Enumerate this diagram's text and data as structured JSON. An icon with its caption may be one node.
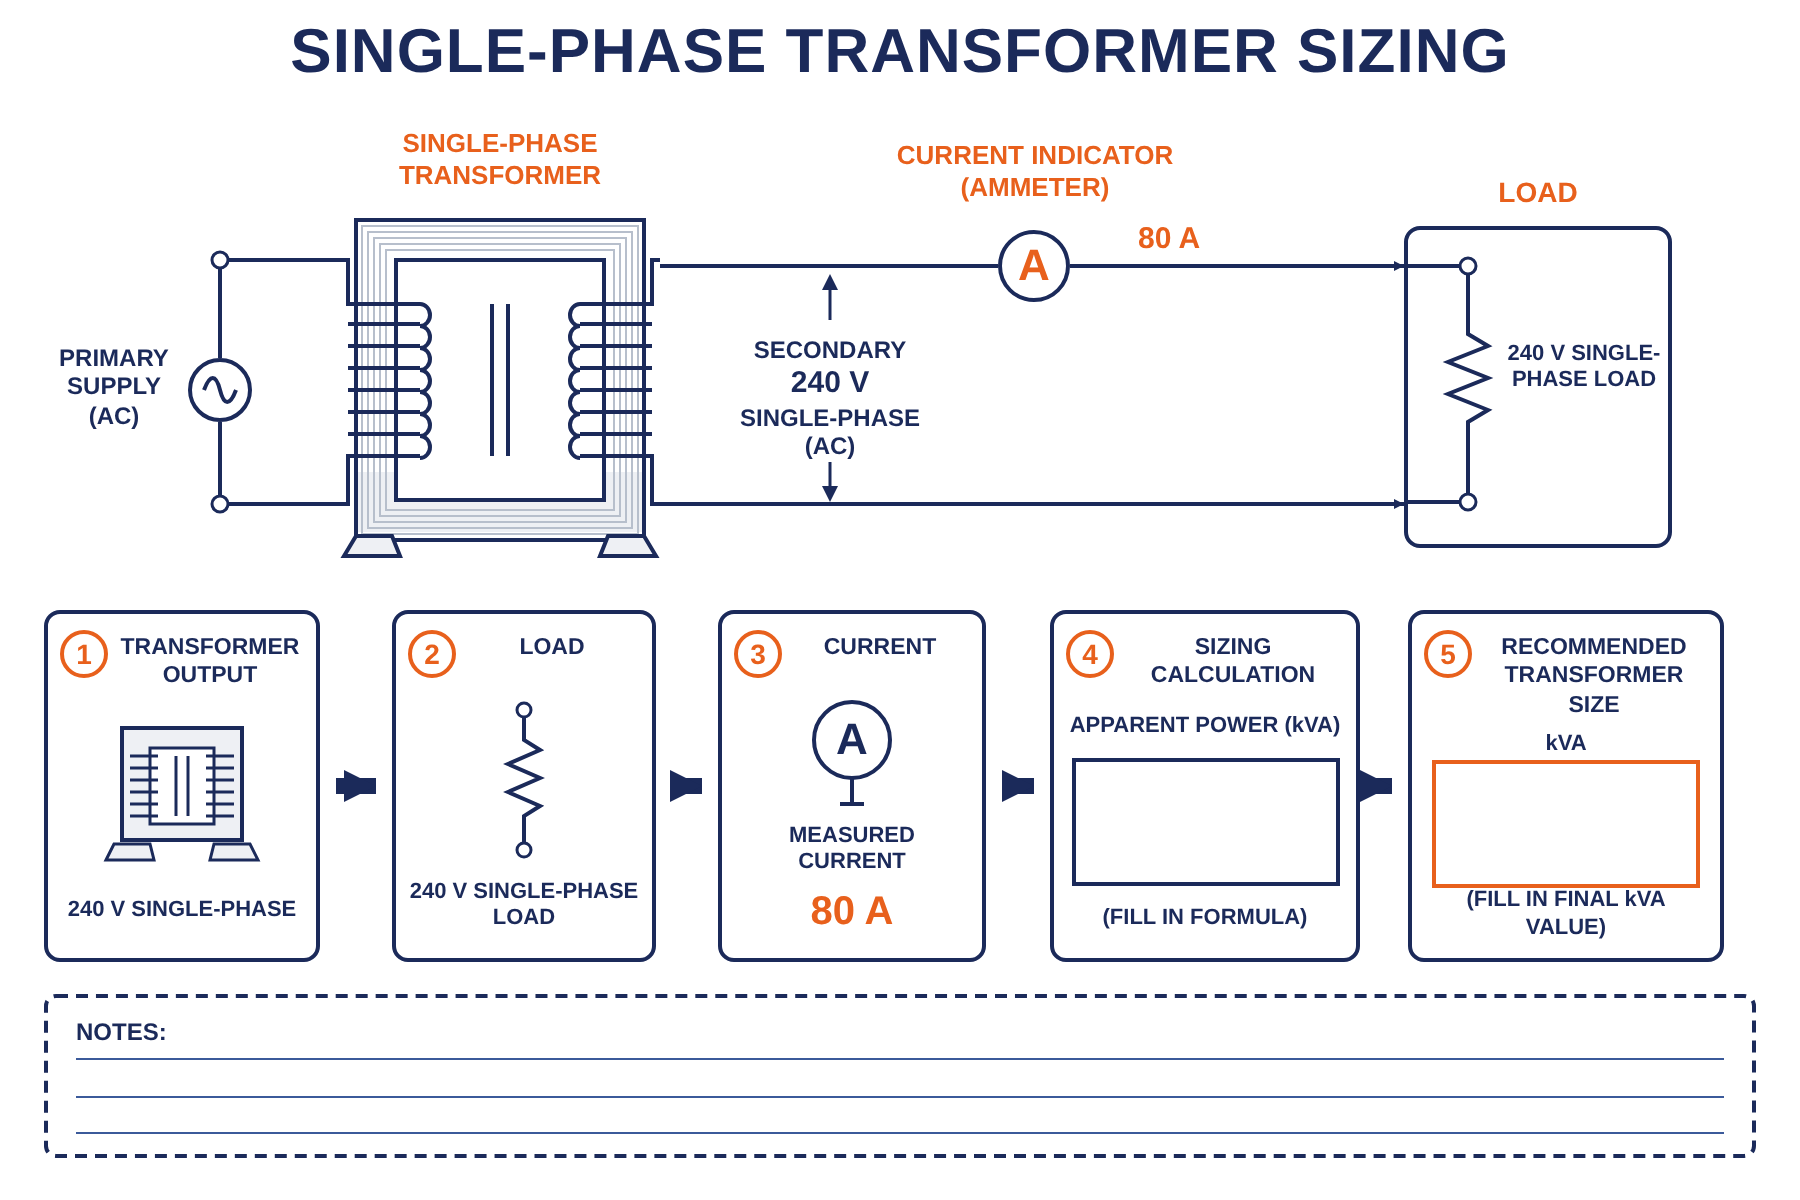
{
  "diagram": {
    "title": "SINGLE-PHASE TRANSFORMER SIZING",
    "nodes": [
      {
        "text": [],
        "shape": "circle",
        "beside": [
          "PRIMARY SUPPLY (AC)"
        ]
      },
      {
        "text": [
          "SINGLE-PHASE TRANSFORMER"
        ]
      },
      {
        "text": [
          "A"
        ],
        "beside": [
          "CURRENT INDICATOR (AMMETER)"
        ]
      },
      {
        "text": [
          "LOAD",
          "240 V SINGLE-PHASE LOAD"
        ]
      },
      {
        "text": [
          "1",
          "TRANSFORMER OUTPUT",
          "240 V SINGLE-PHASE"
        ]
      },
      {
        "text": [
          "2",
          "LOAD",
          "240 V SINGLE-PHASE LOAD"
        ]
      },
      {
        "text": [
          "3",
          "CURRENT",
          "A",
          "MEASURED CURRENT",
          "80 A"
        ]
      },
      {
        "text": [
          "4",
          "SIZING CALCULATION",
          "APPARENT POWER (kVA)",
          "(FILL IN FORMULA)"
        ]
      },
      {
        "text": [
          "5",
          "RECOMMENDED TRANSFORMER SIZE",
          "kVA",
          "(FILL IN FINAL kVA VALUE)"
        ]
      },
      {
        "text": [
          "NOTES:"
        ]
      }
    ],
    "edges": [
      {
        "from": 0,
        "to": 1,
        "arrow": "none"
      },
      {
        "from": 0,
        "to": 1,
        "arrow": "none"
      },
      {
        "from": 1,
        "to": 2,
        "arrow": "none"
      },
      {
        "from": 2,
        "to": 3,
        "arrow": "to",
        "label": "80 A"
      },
      {
        "from": 1,
        "to": 3,
        "arrow": "to"
      },
      {
        "from": 4,
        "to": 5,
        "arrow": "to",
        "style": "thick"
      },
      {
        "from": 5,
        "to": 6,
        "arrow": "to",
        "style": "thick"
      },
      {
        "from": 6,
        "to": 7,
        "arrow": "to",
        "style": "thick"
      },
      {
        "from": 7,
        "to": 8,
        "arrow": "to",
        "style": "thick"
      }
    ],
    "labels": [
      "SECONDARY",
      "240 V",
      "SINGLE-PHASE (AC)"
    ]
  }
}
